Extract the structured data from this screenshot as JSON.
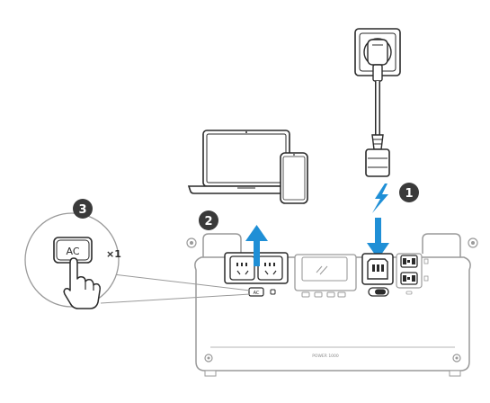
{
  "steps": {
    "one": "1",
    "two": "2",
    "three": "3"
  },
  "zoom": {
    "button_label": "AC",
    "press_count": "×1"
  },
  "station": {
    "model_text": "POWER 1000",
    "small_button_label": "AC"
  },
  "colors": {
    "outline": "#2a2a2a",
    "light_outline": "#9a9a9a",
    "accent_blue": "#1f8fd6",
    "badge": "#3a3a3a",
    "fill_white": "#ffffff"
  },
  "icons": [
    "wall-socket-icon",
    "plug-icon",
    "lightning-icon",
    "laptop-icon",
    "phone-icon",
    "hand-pointer-icon",
    "arrow-up-icon",
    "arrow-down-icon"
  ]
}
